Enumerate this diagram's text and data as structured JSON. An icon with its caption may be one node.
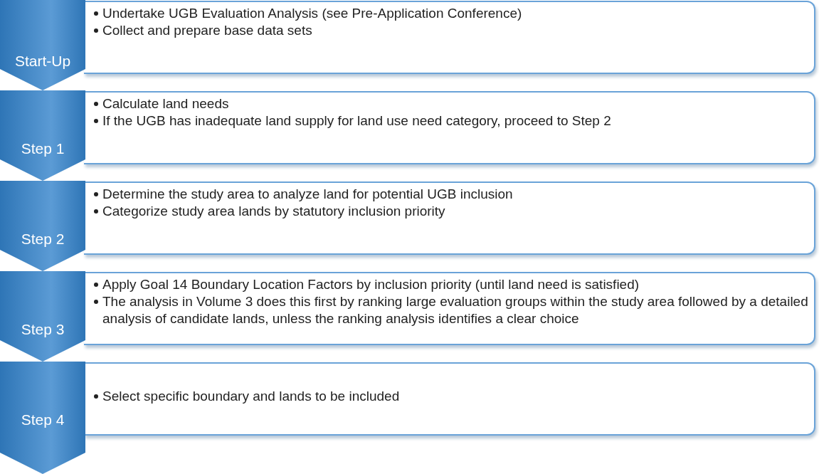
{
  "diagram": {
    "nodes": [
      {
        "text": [
          "Start-Up"
        ]
      },
      {
        "text": [
          "Undertake UGB Evaluation Analysis (see Pre-Application Conference)",
          "Collect and prepare base data sets"
        ]
      },
      {
        "text": [
          "Step 1"
        ]
      },
      {
        "text": [
          "Calculate land needs",
          "If the UGB has inadequate land supply for land use need category, proceed to Step 2"
        ]
      },
      {
        "text": [
          "Step 2"
        ]
      },
      {
        "text": [
          "Determine the study area to analyze land for potential UGB inclusion",
          "Categorize study area lands by statutory inclusion priority"
        ]
      },
      {
        "text": [
          "Step 3"
        ]
      },
      {
        "text": [
          "Apply Goal 14 Boundary Location Factors by inclusion priority (until land need is satisfied)",
          "The analysis in Volume 3 does this first by ranking large evaluation groups within the study area followed by a detailed analysis of candidate lands, unless the ranking analysis identifies a clear choice"
        ]
      },
      {
        "text": [
          "Step 4"
        ]
      },
      {
        "text": [
          "Select specific boundary and lands to be included"
        ]
      }
    ]
  }
}
